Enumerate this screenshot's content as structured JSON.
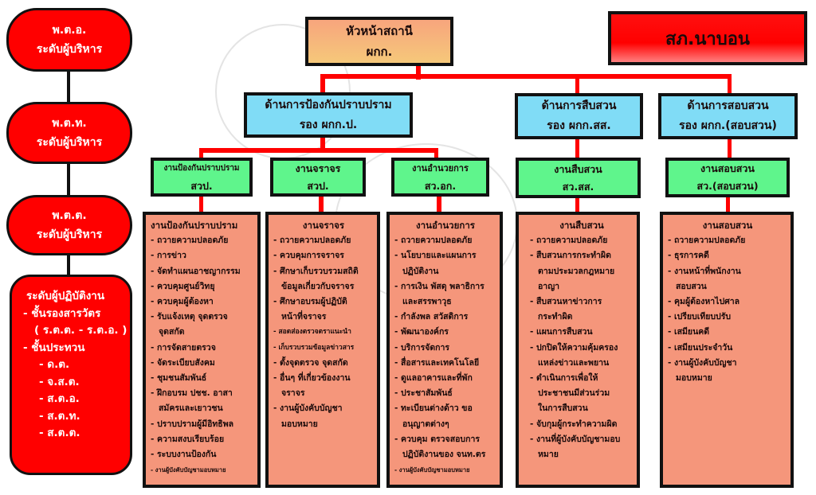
{
  "title": "สภ.นาบอน",
  "levels": [
    {
      "rank": "พ.ต.อ.",
      "label": "ระดับผู้บริหาร"
    },
    {
      "rank": "พ.ต.ท.",
      "label": "ระดับผู้บริหาร"
    },
    {
      "rank": "พ.ต.ต.",
      "label": "ระดับผู้บริหาร"
    }
  ],
  "operators": {
    "heading": "ระดับผู้ปฏิบัติงาน",
    "lines": [
      "- ชั้นรองสารวัตร",
      "( ร.ต.ต. - ร.ต.อ. )",
      "- ชั้นประทวน",
      "- ด.ต.",
      "- จ.ส.ต.",
      "- ส.ต.อ.",
      "- ส.ต.ท.",
      "- ส.ต.ต."
    ]
  },
  "head": {
    "line1": "หัวหน้าสถานี",
    "line2": "ผกก."
  },
  "deputies": [
    {
      "line1": "ด้านการป้องกันปราบปราม",
      "line2": "รอง ผกก.ป."
    },
    {
      "line1": "ด้านการสืบสวน",
      "line2": "รอง ผกก.สส."
    },
    {
      "line1": "ด้านการสอบสวน",
      "line2": "รอง ผกก.(สอบสวน)"
    }
  ],
  "units": [
    {
      "line1": "งานป้องกันปราบปราม",
      "line2": "สวป."
    },
    {
      "line1": "งานจราจร",
      "line2": "สวป."
    },
    {
      "line1": "งานอำนวยการ",
      "line2": "สว.อก."
    },
    {
      "line1": "งานสืบสวน",
      "line2": "สว.สส."
    },
    {
      "line1": "งานสอบสวน",
      "line2": "สว.(สอบสวน)"
    }
  ],
  "tasks": [
    {
      "title": "งานป้องกันปราบปราม",
      "items": [
        "- ถวายความปลอดภัย",
        "- การข่าว",
        "- จัดทำแผนอาชญากรรม",
        "- ควบคุมศูนย์วิทยุ",
        "- ควบคุมผู้ต้องหา",
        "- รับแจ้งเหตุ จุดตรวจ",
        "จุดสกัด",
        "- การจัดสายตรวจ",
        "- จัดระเบียบสังคม",
        "- ชุมชนสัมพันธ์",
        "- ฝึกอบรม ปชช. อาสา",
        "สมัครและเยาวชน",
        "- ปราบปรามผู้มีอิทธิพล",
        "- ความสงบเรียบร้อย",
        "- ระบบงานป้องกัน",
        "- งานผู้บังคับบัญชามอบหมาย"
      ]
    },
    {
      "title": "งานจราจร",
      "items": [
        "- ถวายความปลอดภัย",
        "- ควบคุมการจราจร",
        "- ศึกษาเก็บรวบรวมสถิติ",
        "ข้อมูลเกี่ยวกับจราจร",
        "- ศึกษาอบรมผู้ปฏิบัติ",
        "หน้าที่จราจร",
        "- สอดส่องตรวจตราแนะนำ",
        "- เก็บรวบรวมข้อมูลข่าวสาร",
        "- ตั้งจุดตรวจ จุดสกัด",
        "- อื่นๆ ที่เกี่ยวข้องงาน",
        "จราจร",
        "- งานผู้บังคับบัญชา",
        "มอบหมาย"
      ]
    },
    {
      "title": "งานอำนวยการ",
      "items": [
        "- ถวายความปลอดภัย",
        "- นโยบายและแผนการ",
        "ปฏิบัติงาน",
        "- การเงิน พัสดุ พลาธิการ",
        "และสรรพาวุธ",
        "- กำลังพล สวัสดิการ",
        "- พัฒนาองค์กร",
        "- บริการจัดการ",
        "- สื่อสารและเทคโนโลยี",
        "- ดูแลอาคารและที่พัก",
        "- ประชาสัมพันธ์",
        "- ทะเบียนต่างด้าว ขอ",
        "อนุญาตต่างๆ",
        "- ควบคุม ตรวจสอบการ",
        "ปฏิบัติงานของ จนท.ตร",
        "- งานผู้บังคับบัญชามอบหมาย"
      ]
    },
    {
      "title": "งานสืบสวน",
      "items": [
        "- ถวายความปลอดภัย",
        "- สืบสวนการกระทำผิด",
        "ตามประมวลกฎหมาย",
        "อาญา",
        "- สืบสวนหาข่าวการ",
        "กระทำผิด",
        "- แผนการสืบสวน",
        "- ปกปิดให้ความคุ้มครอง",
        "แหล่งข่าวและพยาน",
        "- ดำเนินการเพื่อให้",
        "ประชาชนมีส่วนร่วม",
        "ในการสืบสวน",
        "- จับกุมผู้กระทำความผิด",
        "- งานที่ผู้บังคับบัญชามอบ",
        "หมาย"
      ]
    },
    {
      "title": "งานสอบสวน",
      "items": [
        "- ถวายความปลอดภัย",
        "- ธุรการคดี",
        "- งานหน้าที่พนักงาน",
        "สอบสวน",
        "- คุมผู้ต้องหาไปศาล",
        "- เปรียบเทียบปรับ",
        "- เสมียนคดี",
        "- เสมียนประจำวัน",
        "- งานผู้บังคับบัญชา",
        "มอบหมาย"
      ]
    }
  ]
}
